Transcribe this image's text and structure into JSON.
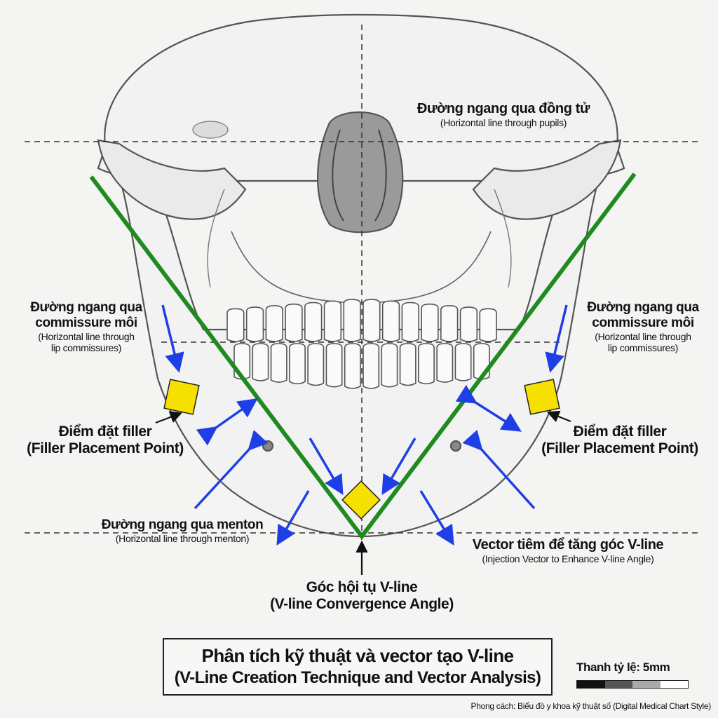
{
  "labels": {
    "pupil_line": {
      "main": "Đường ngang qua đồng tử",
      "sub": "(Horizontal line through pupils)"
    },
    "lip_left": {
      "line1": "Đường ngang qua",
      "line2": "commissure môi",
      "sub1": "(Horizontal line through",
      "sub2": "lip commissures)"
    },
    "lip_right": {
      "line1": "Đường ngang qua",
      "line2": "commissure môi",
      "sub1": "(Horizontal line through",
      "sub2": "lip commissures)"
    },
    "filler_left": {
      "line1": "Điểm đặt filler",
      "line2": "(Filler Placement Point)"
    },
    "filler_right": {
      "line1": "Điểm đặt filler",
      "line2": "(Filler Placement Point)"
    },
    "menton_line": {
      "main": "Đường ngang qua menton",
      "sub": "(Horizontal line through menton)"
    },
    "vector": {
      "main": "Vector tiêm để tăng góc V-line",
      "sub": "(Injection Vector to Enhance V-line Angle)"
    },
    "convergence": {
      "line1": "Góc hội tụ V-line",
      "line2": "(V-line Convergence Angle)"
    }
  },
  "title": {
    "line1": "Phân tích kỹ thuật và vector tạo V-line",
    "line2": "(V-Line Creation Technique and Vector Analysis)"
  },
  "scale": {
    "label": "Thanh tỷ lệ: 5mm"
  },
  "footer": "Phong cách: Biểu đồ y khoa kỹ thuật số (Digital Medical Chart Style)",
  "colors": {
    "vline": "#1f8a1f",
    "arrow": "#1f3fe6",
    "filler": "#f5e000",
    "guide": "#333333",
    "bone_fill": "#f2f2f2",
    "bone_stroke": "#555555"
  }
}
